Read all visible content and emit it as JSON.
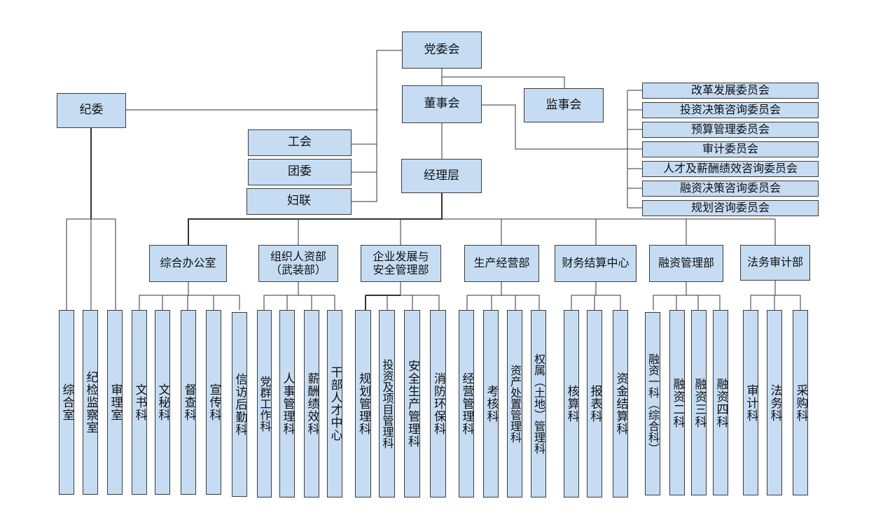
{
  "top": {
    "party_committee": "党委会",
    "board": "董事会",
    "supervisory_board": "监事会",
    "discipline_committee": "纪委",
    "management": "经理层"
  },
  "mass_orgs": [
    "工会",
    "团委",
    "妇联"
  ],
  "board_committees": [
    "改革发展委员会",
    "投资决策咨询委员会",
    "预算管理委员会",
    "审计委员会",
    "人才及薪酬绩效咨询委员会",
    "融资决策咨询委员会",
    "规划咨询委员会"
  ],
  "discipline_units": [
    "综合室",
    "纪检监察室",
    "审理室"
  ],
  "departments": [
    {
      "name": "综合办公室",
      "units": [
        "文书科",
        "文秘科",
        "督查科",
        "宣传科",
        "信访后勤科"
      ]
    },
    {
      "name": "组织人资部\n（武装部）",
      "units": [
        "党群工作科",
        "人事管理科",
        "薪酬绩效科",
        "干部人才中心"
      ]
    },
    {
      "name": "企业发展与\n安全管理部",
      "units": [
        "规划管理科",
        "投资及项目管理科",
        "安全生产管理科",
        "消防环保科"
      ]
    },
    {
      "name": "生产经营部",
      "units": [
        "经营管理科",
        "考核科",
        "资产处置管理科",
        "权属（土地）管理科"
      ]
    },
    {
      "name": "财务结算中心",
      "units": [
        "核算科",
        "报表科",
        "资金结算科"
      ]
    },
    {
      "name": "融资管理部",
      "units": [
        "融资一科（综合科）",
        "融资二科",
        "融资三科",
        "融资四科"
      ]
    },
    {
      "name": "法务审计部",
      "units": [
        "审计科",
        "法务科",
        "采购科"
      ]
    }
  ]
}
